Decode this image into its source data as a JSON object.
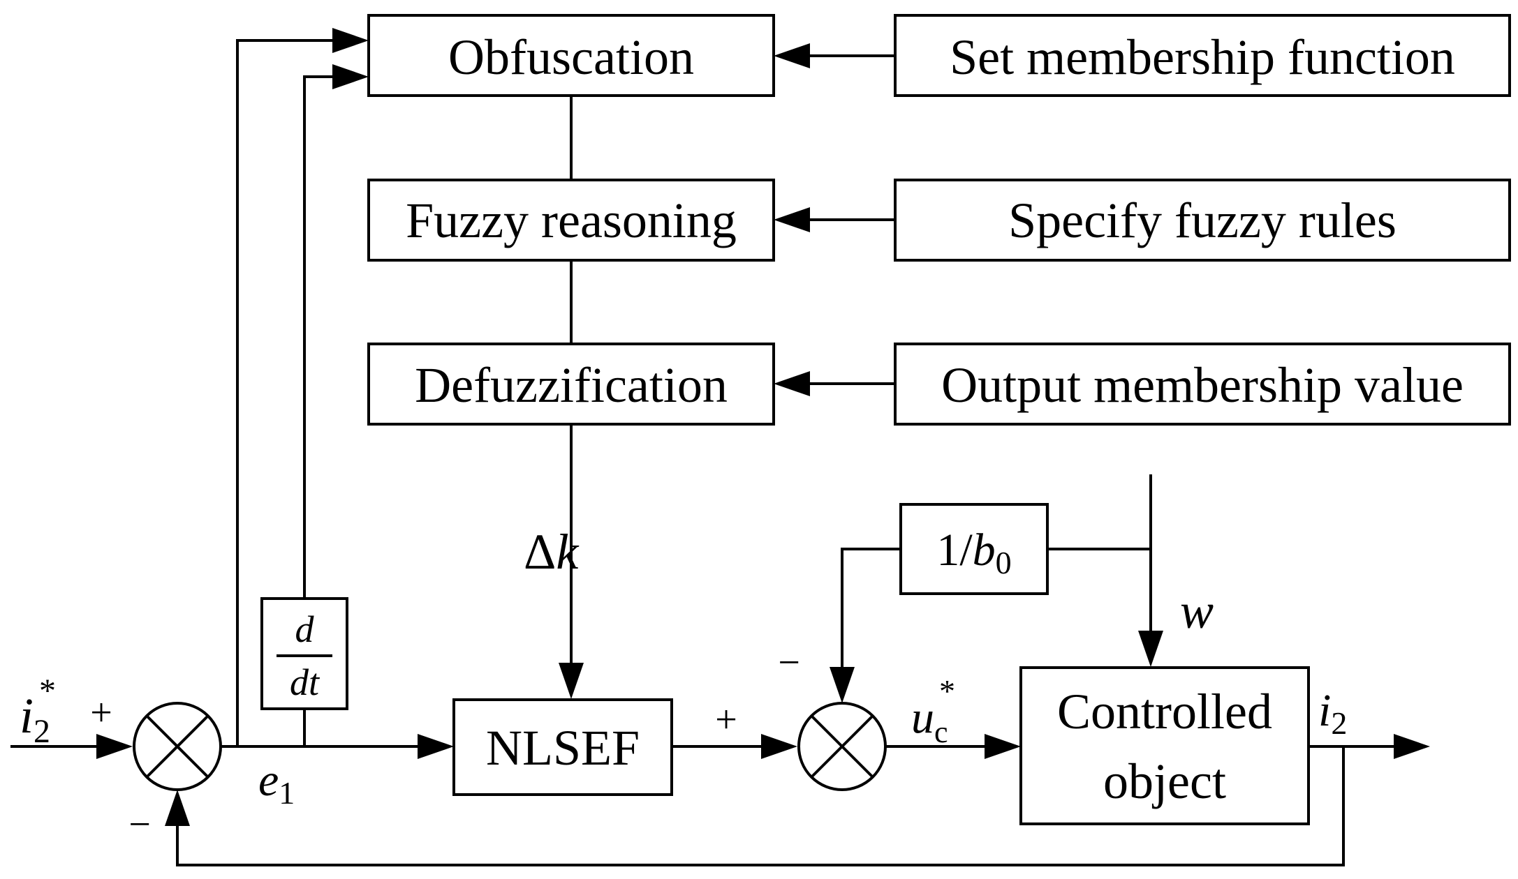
{
  "blocks": {
    "obfuscation": "Obfuscation",
    "fuzzy_reasoning": "Fuzzy reasoning",
    "defuzzification": "Defuzzification",
    "set_membership": "Set membership function",
    "specify_rules": "Specify fuzzy rules",
    "output_membership": "Output membership value",
    "nlsef": "NLSEF",
    "controlled_object_line1": "Controlled",
    "controlled_object_line2": "object",
    "gain_prefix": "1/",
    "gain_var": "b",
    "gain_sub": "0",
    "derivative_num": "d",
    "derivative_den": "dt"
  },
  "signals": {
    "reference_var": "i",
    "reference_sub": "2",
    "reference_sup": "*",
    "error_var": "e",
    "error_sub": "1",
    "delta_k_delta": "Δ",
    "delta_k_var": "k",
    "control_var": "u",
    "control_sub": "c",
    "control_sup": "*",
    "disturbance": "w",
    "output_var": "i",
    "output_sub": "2"
  },
  "signs": {
    "sum1_plus": "+",
    "sum1_minus": "−",
    "sum2_plus": "+",
    "sum2_minus": "−"
  }
}
